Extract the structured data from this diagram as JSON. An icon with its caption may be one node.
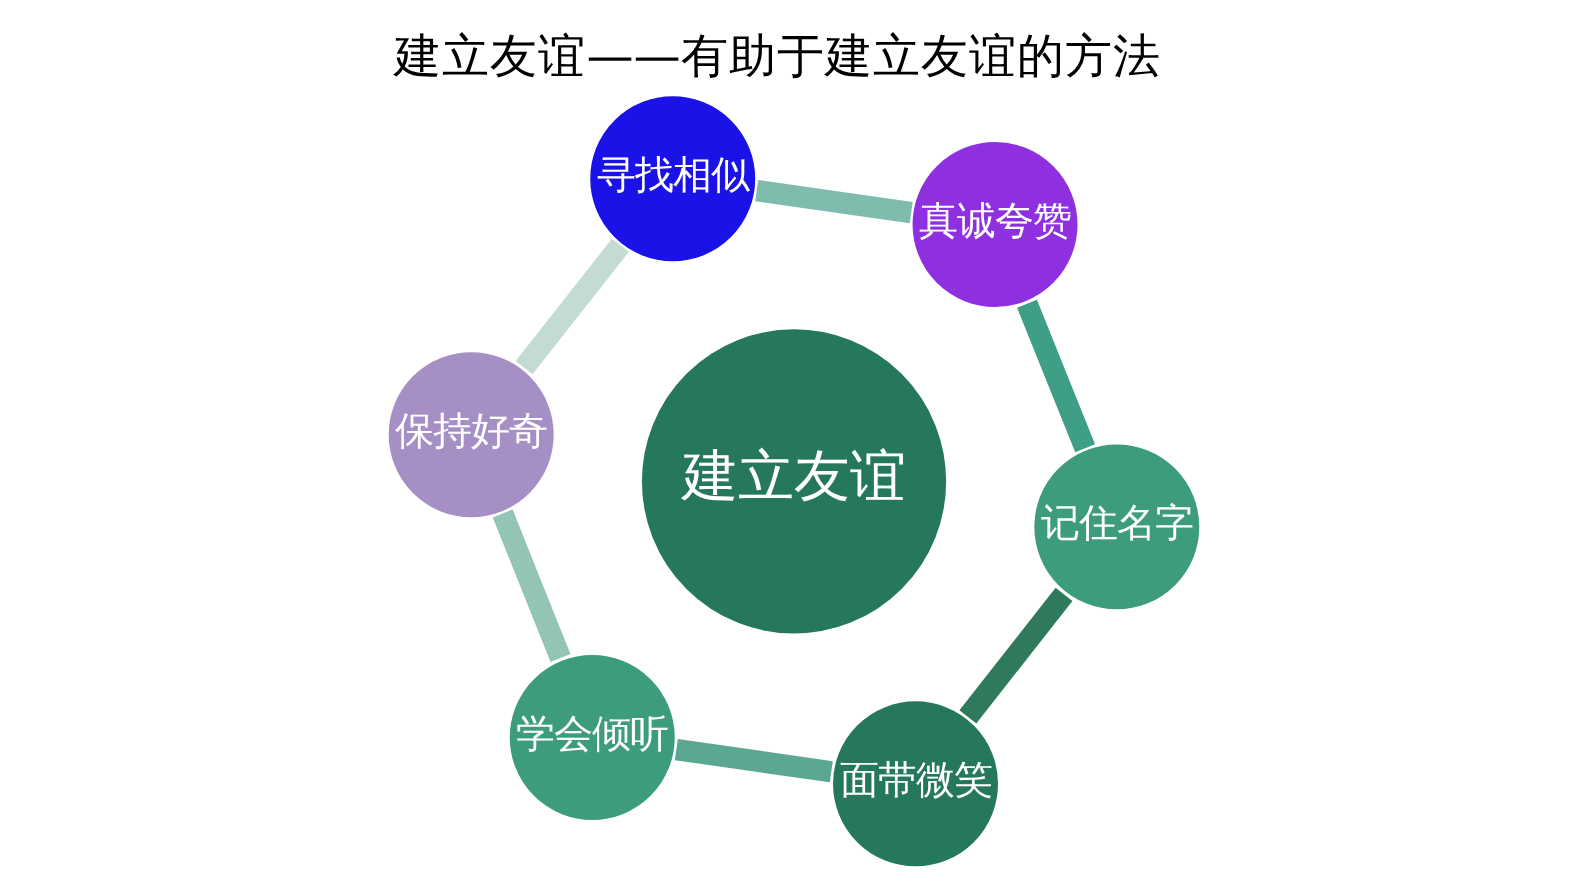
{
  "diagram": {
    "title": "建立友谊——有助于建立友谊的方法",
    "nodes": [
      {
        "text": [
          "建立友谊"
        ]
      },
      {
        "text": [
          "面带微笑"
        ]
      },
      {
        "text": [
          "记住名字"
        ]
      },
      {
        "text": [
          "真诚夸赞"
        ]
      },
      {
        "text": [
          "寻找相似"
        ]
      },
      {
        "text": [
          "保持好奇"
        ]
      },
      {
        "text": [
          "学会倾听"
        ]
      }
    ],
    "edges": [
      {
        "from": 1,
        "to": 2,
        "arrow": "none",
        "color": "#2f7a5c"
      },
      {
        "from": 2,
        "to": 3,
        "arrow": "none",
        "color": "#3e9f86"
      },
      {
        "from": 3,
        "to": 4,
        "arrow": "none",
        "color": "#7fbcae"
      },
      {
        "from": 4,
        "to": 5,
        "arrow": "none",
        "color": "#c3dbd3"
      },
      {
        "from": 5,
        "to": 6,
        "arrow": "none",
        "color": "#93c4b6"
      },
      {
        "from": 6,
        "to": 1,
        "arrow": "none",
        "color": "#5aa891"
      }
    ]
  }
}
